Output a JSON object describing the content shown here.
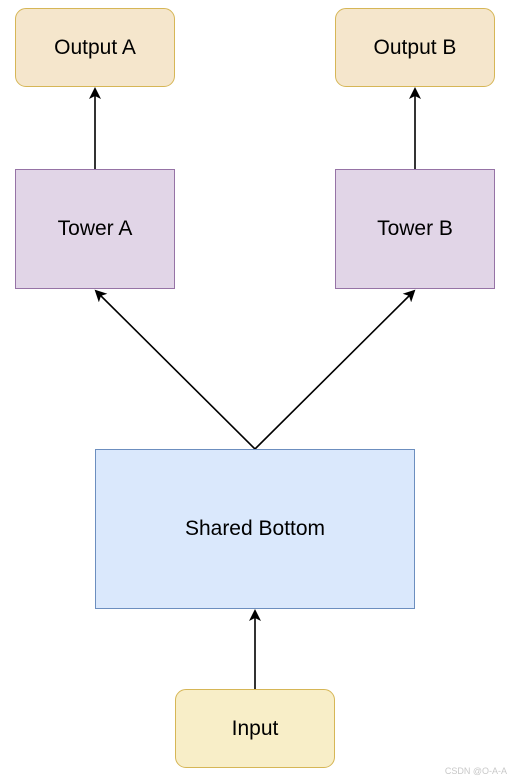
{
  "diagram": {
    "nodes": {
      "output_a": {
        "label": "Output A",
        "fill": "#f5e6cc",
        "stroke": "#d6b656"
      },
      "output_b": {
        "label": "Output B",
        "fill": "#f5e6cc",
        "stroke": "#d6b656"
      },
      "tower_a": {
        "label": "Tower A",
        "fill": "#e1d5e7",
        "stroke": "#9673a6"
      },
      "tower_b": {
        "label": "Tower B",
        "fill": "#e1d5e7",
        "stroke": "#9673a6"
      },
      "shared_bottom": {
        "label": "Shared Bottom",
        "fill": "#dae8fc",
        "stroke": "#6c8ebf"
      },
      "input": {
        "label": "Input",
        "fill": "#f8eec8",
        "stroke": "#d6b656"
      }
    },
    "edges": [
      {
        "from": "Input",
        "to": "Shared Bottom"
      },
      {
        "from": "Shared Bottom",
        "to": "Tower A"
      },
      {
        "from": "Shared Bottom",
        "to": "Tower B"
      },
      {
        "from": "Tower A",
        "to": "Output A"
      },
      {
        "from": "Tower B",
        "to": "Output B"
      }
    ],
    "edge_color": "#000000"
  },
  "watermark": "CSDN @O-A-A"
}
